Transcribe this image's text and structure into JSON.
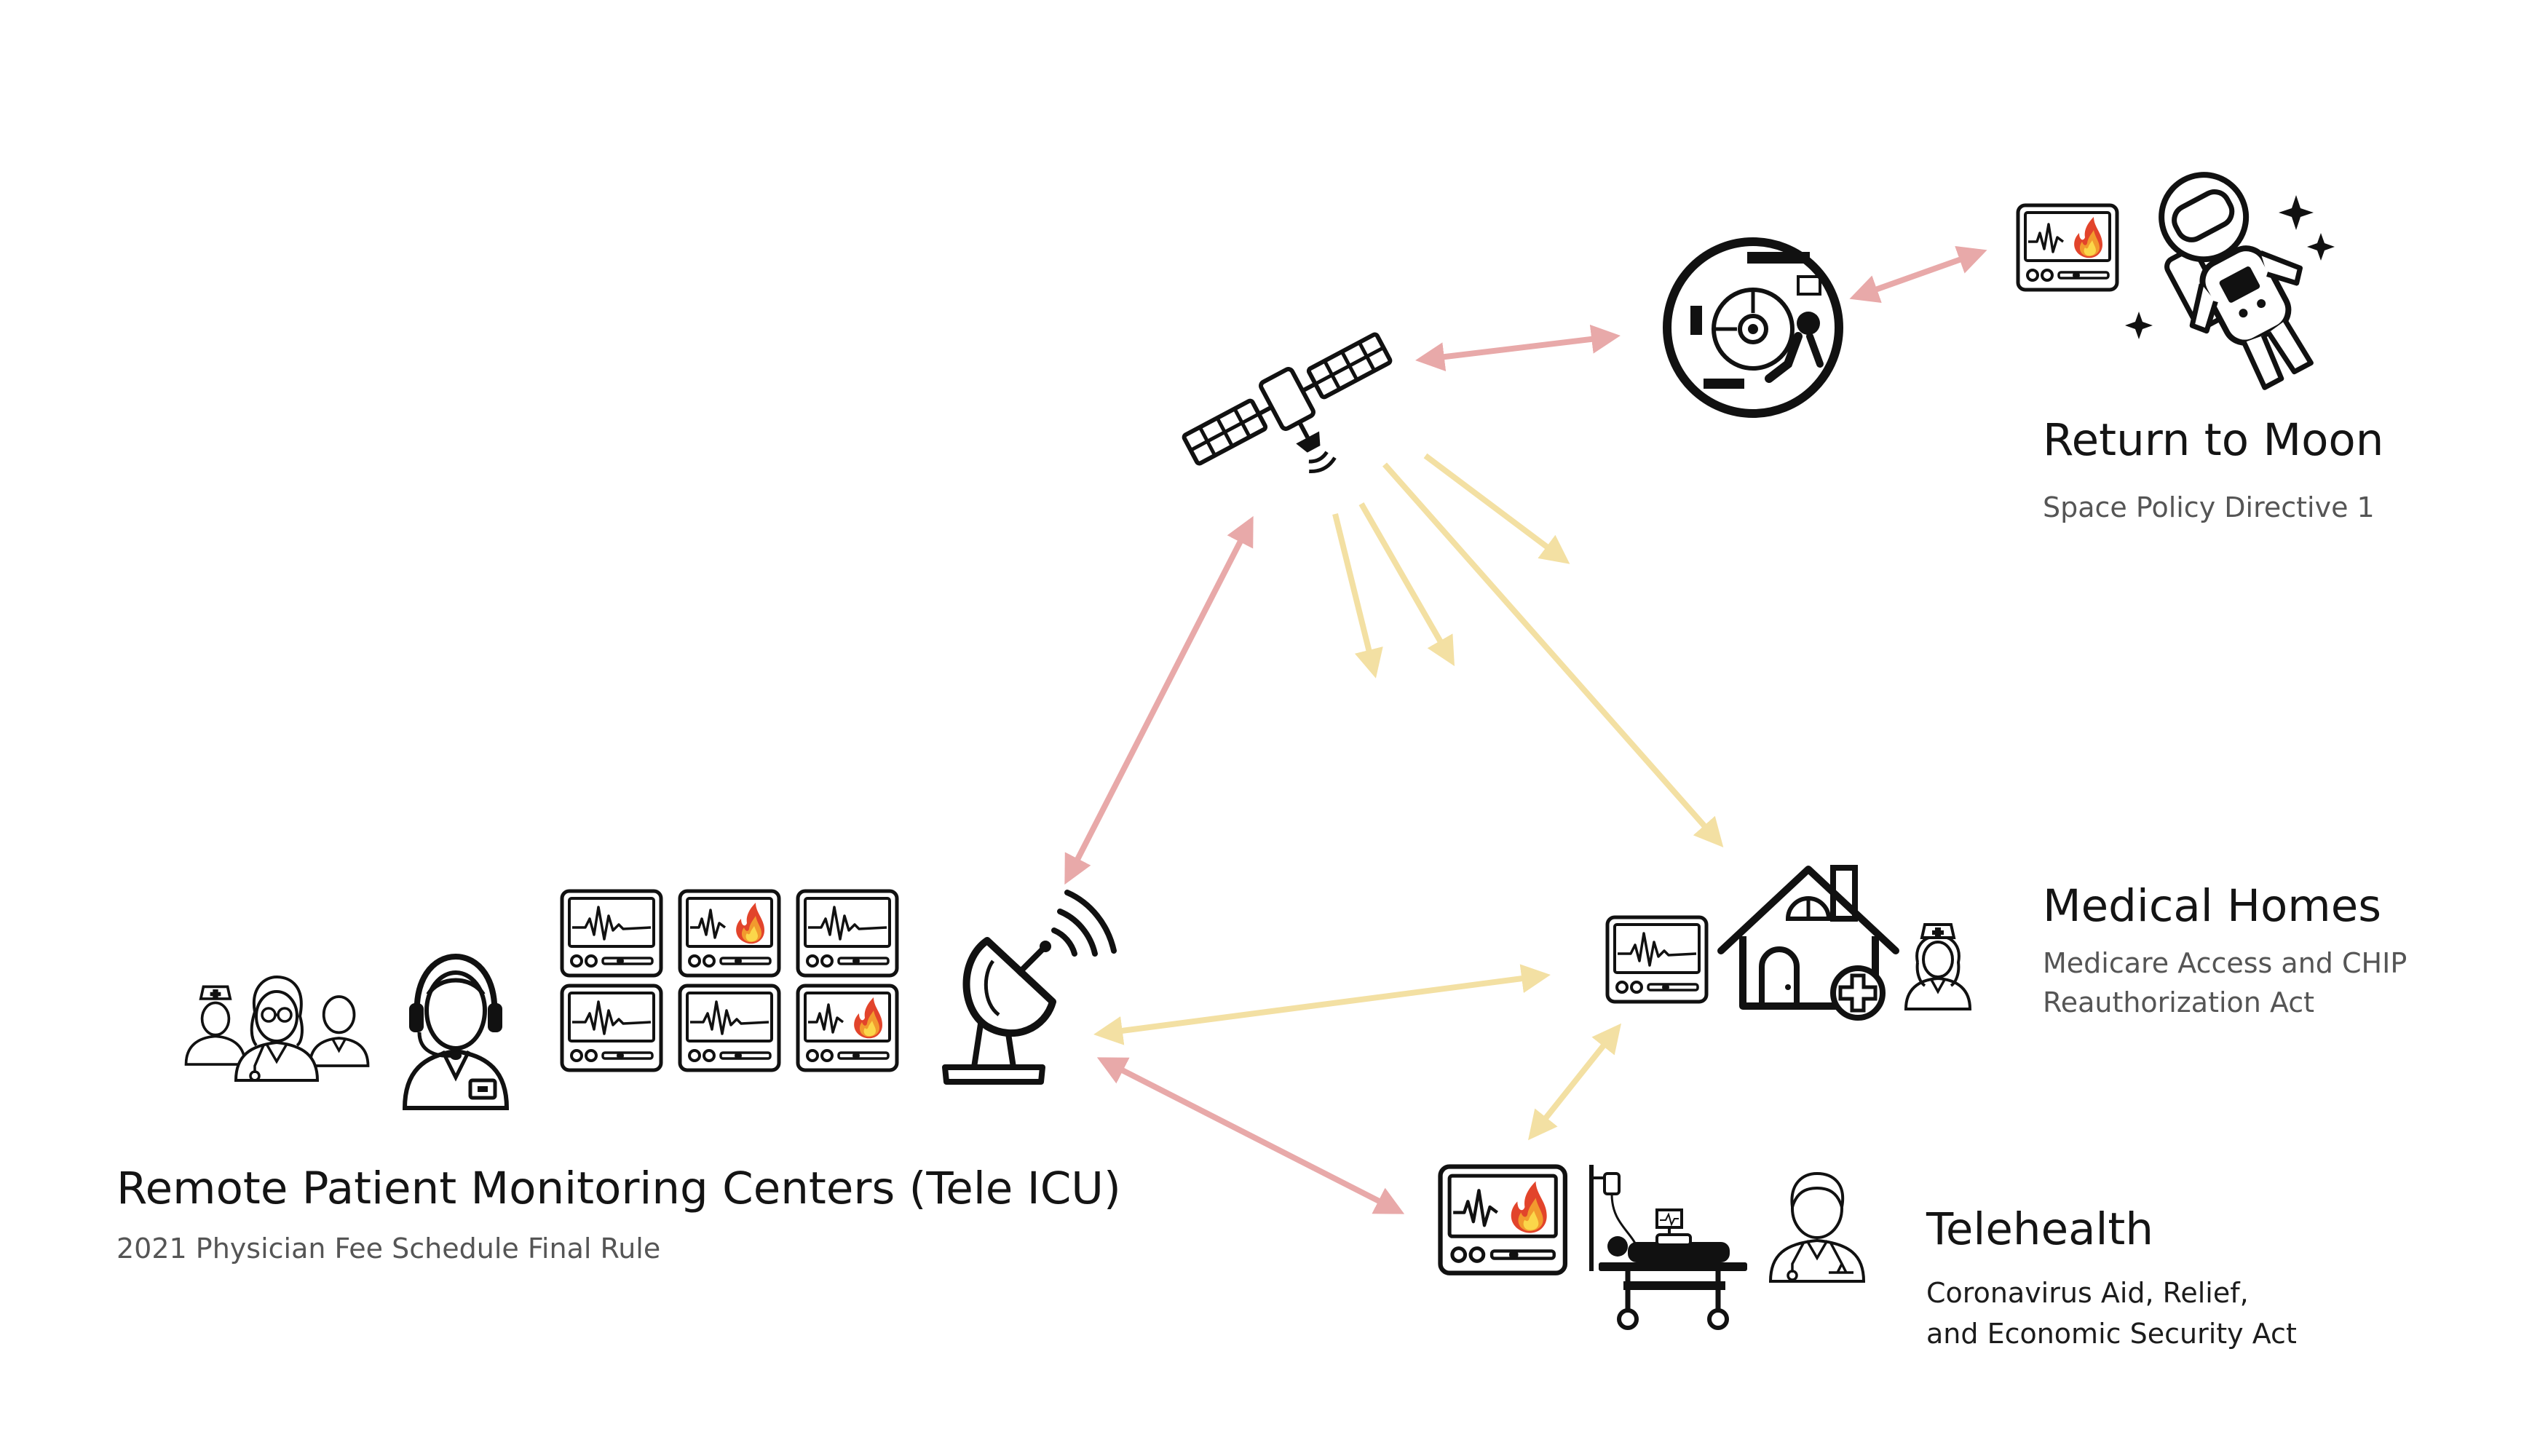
{
  "colors": {
    "pink_arrow": "#e8a9a9",
    "yellow_arrow": "#f3e0a3",
    "icon_stroke": "#111111",
    "flame_red": "#e2442b",
    "flame_orange": "#f29a2e",
    "flame_yellow": "#fbd74a",
    "subtitle_gray": "#555555"
  },
  "groups": {
    "moon": {
      "title": "Return to Moon",
      "subtitle": "Space Policy Directive 1"
    },
    "homes": {
      "title": "Medical Homes",
      "subtitle": "Medicare Access and CHIP\nReauthorization Act"
    },
    "telehealth": {
      "title": "Telehealth",
      "subtitle": "Coronavirus Aid, Relief,\nand Economic Security Act"
    },
    "rpm": {
      "title": "Remote Patient Monitoring Centers (Tele ICU)",
      "subtitle": "2021 Physician Fee Schedule Final Rule"
    }
  },
  "icons": {
    "satellite": "satellite-icon",
    "station": "space-station-porthole-icon",
    "astronaut": "astronaut-icon",
    "dish": "satellite-dish-icon",
    "house": "medical-home-icon",
    "nurse": "nurse-icon",
    "doctor": "doctor-icon",
    "patient": "hospital-bed-patient-icon",
    "care_team": "care-team-icon",
    "operator": "headset-operator-icon",
    "monitor": "vital-signs-monitor-icon",
    "alarm_monitor": "alarm-monitor-icon"
  },
  "links": [
    {
      "from": "satellite",
      "to": "space-station",
      "style": "bidirectional",
      "color": "pink"
    },
    {
      "from": "space-station",
      "to": "astronaut-monitor",
      "style": "bidirectional",
      "color": "pink"
    },
    {
      "from": "satellite",
      "to": "satellite-dish",
      "style": "bidirectional",
      "color": "pink"
    },
    {
      "from": "satellite-dish",
      "to": "telehealth-monitor",
      "style": "bidirectional",
      "color": "pink"
    },
    {
      "from": "satellite-dish",
      "to": "home-monitor",
      "style": "bidirectional",
      "color": "yellow"
    },
    {
      "from": "home-monitor",
      "to": "telehealth-monitor",
      "style": "bidirectional",
      "color": "yellow"
    },
    {
      "from": "satellite",
      "to": "medical-homes",
      "style": "broadcast",
      "color": "yellow"
    },
    {
      "from": "satellite",
      "to": "broadcast-1",
      "style": "broadcast",
      "color": "yellow"
    },
    {
      "from": "satellite",
      "to": "broadcast-2",
      "style": "broadcast",
      "color": "yellow"
    },
    {
      "from": "satellite",
      "to": "broadcast-3",
      "style": "broadcast",
      "color": "yellow"
    }
  ]
}
